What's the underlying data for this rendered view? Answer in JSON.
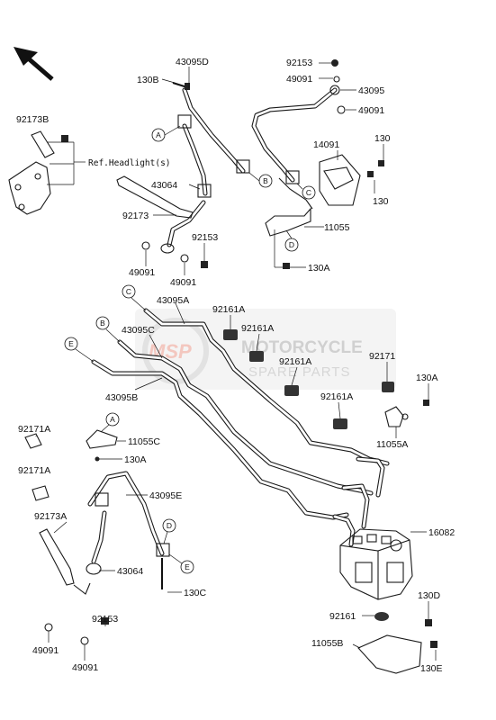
{
  "labels": {
    "l43095D": "43095D",
    "l130B": "130B",
    "l92153a": "92153",
    "l49091a": "49091",
    "l43095": "43095",
    "l49091b": "49091",
    "l92173B": "92173B",
    "l14091": "14091",
    "l130a": "130",
    "l130b": "130",
    "l43064a": "43064",
    "l92173": "92173",
    "l11055": "11055",
    "l92153b": "92153",
    "l49091c": "49091",
    "l49091d": "49091",
    "l130A_top": "130A",
    "l43095A": "43095A",
    "l92161A_1": "92161A",
    "l92161A_2": "92161A",
    "l43095C": "43095C",
    "l92161A_3": "92161A",
    "l92171": "92171",
    "l130A_right": "130A",
    "l43095B": "43095B",
    "l92161A_4": "92161A",
    "l11055A": "11055A",
    "l92171A_1": "92171A",
    "l11055C": "11055C",
    "l130A_left": "130A",
    "l92171A_2": "92171A",
    "l43095E": "43095E",
    "l92173A": "92173A",
    "l16082": "16082",
    "l43064b": "43064",
    "l130C": "130C",
    "l130D": "130D",
    "l92161": "92161",
    "l92153c": "92153",
    "l11055B": "11055B",
    "l49091e": "49091",
    "l49091f": "49091",
    "l130E": "130E",
    "ref_headlight": "Ref.Headlight(s)"
  },
  "callouts": {
    "A": "A",
    "B": "B",
    "C": "C",
    "D": "D",
    "E": "E"
  },
  "watermark": {
    "logo": "MSP",
    "line1": "MOTORCYCLE",
    "line2": "SPARE PARTS"
  },
  "icons": {
    "direction": "arrow-up-left-icon"
  }
}
